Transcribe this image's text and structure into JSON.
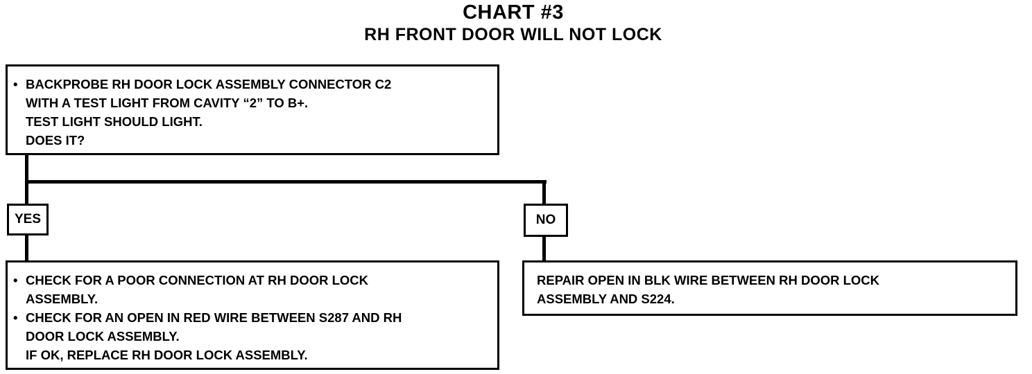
{
  "title": "CHART #3",
  "subtitle": "RH FRONT DOOR WILL NOT LOCK",
  "step1": {
    "bullet": "•",
    "lines": [
      "BACKPROBE RH DOOR LOCK ASSEMBLY CONNECTOR C2",
      "WITH A TEST LIGHT FROM CAVITY “2” TO B+.",
      "TEST LIGHT SHOULD LIGHT.",
      "DOES IT?"
    ]
  },
  "yes_label": "YES",
  "no_label": "NO",
  "yes_box": {
    "bullet": "•",
    "item1": [
      "CHECK FOR A POOR CONNECTION AT RH DOOR LOCK",
      "ASSEMBLY."
    ],
    "item2": [
      "CHECK FOR AN OPEN IN RED WIRE BETWEEN S287 AND RH",
      "DOOR LOCK ASSEMBLY."
    ],
    "item3": "IF OK, REPLACE RH DOOR LOCK ASSEMBLY."
  },
  "no_box": {
    "lines": [
      "REPAIR OPEN IN BLK WIRE BETWEEN RH DOOR LOCK",
      "ASSEMBLY AND S224."
    ]
  }
}
